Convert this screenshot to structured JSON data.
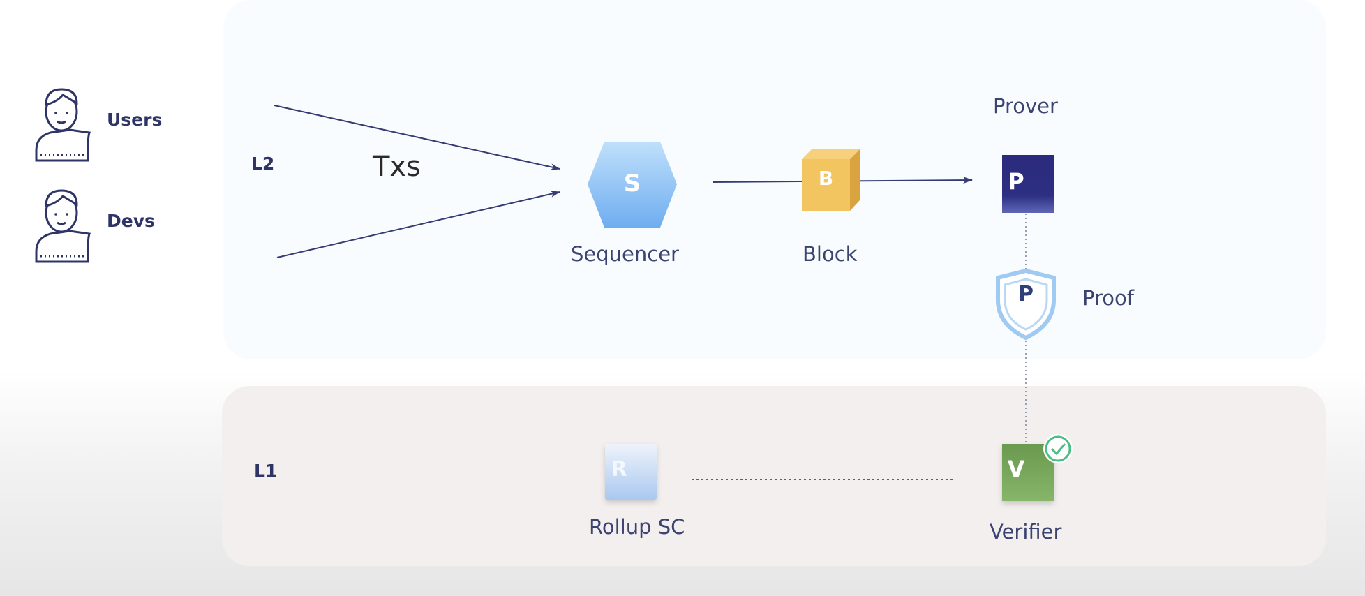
{
  "layers": {
    "l2": "L2",
    "l1": "L1"
  },
  "actors": [
    {
      "label": "Users",
      "icon": "user-icon"
    },
    {
      "label": "Devs",
      "icon": "user-icon"
    }
  ],
  "txs_label": "Txs",
  "nodes": {
    "sequencer": {
      "letter": "S",
      "label": "Sequencer",
      "icon": "hexagon-icon"
    },
    "block": {
      "letter": "B",
      "label": "Block",
      "icon": "cube-icon"
    },
    "prover": {
      "letter": "P",
      "label": "Prover"
    },
    "proof": {
      "letter": "P",
      "label": "Proof",
      "icon": "shield-icon"
    },
    "rollup": {
      "letter": "R",
      "label": "Rollup SC"
    },
    "verifier": {
      "letter": "V",
      "label": "Verifier",
      "icon": "check-circle-icon"
    }
  },
  "colors": {
    "navy": "#2e3566",
    "arrow": "#343c73",
    "sequencer": "#93c4f5",
    "block": "#f3c560",
    "prover": "#2b2e7e",
    "proof": "#9fcaf2",
    "rollup": "#cfe0f5",
    "verifier": "#7aa65c",
    "check": "#4dbd86"
  }
}
